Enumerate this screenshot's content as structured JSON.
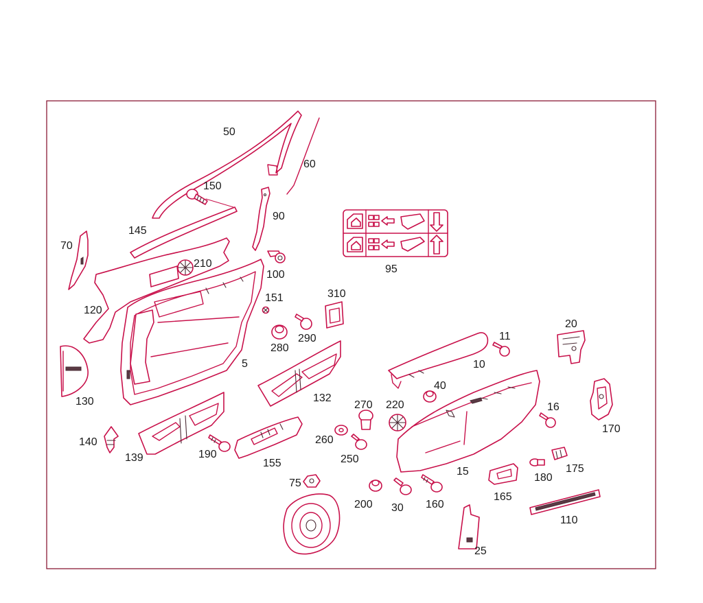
{
  "labels": {
    "p50": "50",
    "p60": "60",
    "p150": "150",
    "p90": "90",
    "p145": "145",
    "p70": "70",
    "p210": "210",
    "p100": "100",
    "p95": "95",
    "p120": "120",
    "p151": "151",
    "p310": "310",
    "p280": "280",
    "p290": "290",
    "p5": "5",
    "p20": "20",
    "p11": "11",
    "p10": "10",
    "p130": "130",
    "p132": "132",
    "p40": "40",
    "p270": "270",
    "p220": "220",
    "p16": "16",
    "p170": "170",
    "p140": "140",
    "p260": "260",
    "p190": "190",
    "p250": "250",
    "p139": "139",
    "p155": "155",
    "p15": "15",
    "p180": "180",
    "p175": "175",
    "p165": "165",
    "p75": "75",
    "p200": "200",
    "p30": "30",
    "p160": "160",
    "p110": "110",
    "p25": "25"
  },
  "colors": {
    "frame": "#8a1a35",
    "part_outline": "#c8104a",
    "label": "#1a1a1a"
  }
}
